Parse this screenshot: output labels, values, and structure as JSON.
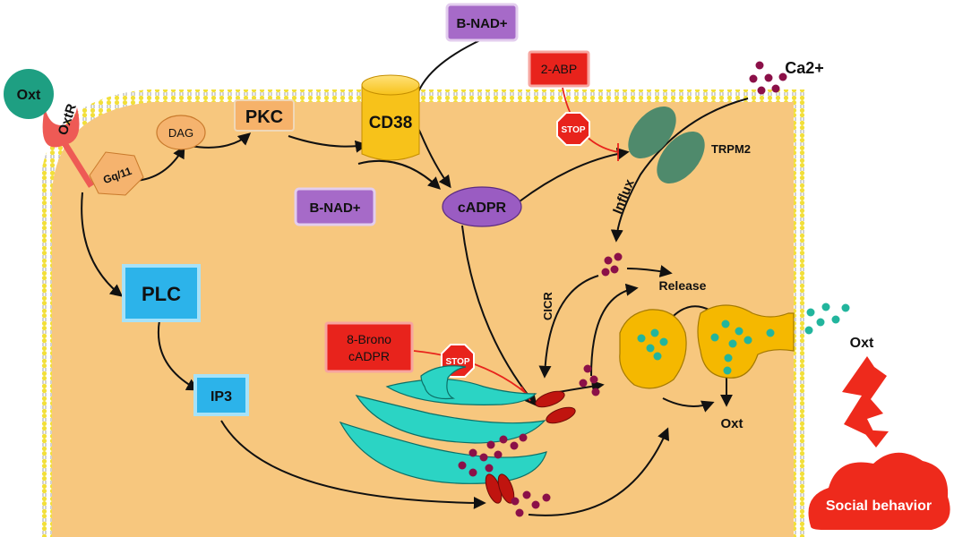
{
  "labels": {
    "oxt_ligand": "Oxt",
    "oxtr": "OxtR",
    "gq11": "Gq/11",
    "dag": "DAG",
    "pkc": "PKC",
    "cd38": "CD38",
    "bnad_top": "B-NAD+",
    "bnad_inner": "B-NAD+",
    "cadpr": "cADPR",
    "abp_inhibitor": "2-ABP",
    "stop_top": "STOP",
    "stop_mid": "STOP",
    "ca_ext": "Ca2+",
    "trpm2": "TRPM2",
    "influx": "Influx",
    "plc": "PLC",
    "ip3": "IP3",
    "brono_line1": "8-Brono",
    "brono_line2": "cADPR",
    "cicr": "CICR",
    "release": "Release",
    "oxt_secreted": "Oxt",
    "oxt_outside": "Oxt",
    "social_behavior": "Social behavior"
  },
  "colors": {
    "cytoplasm": "#f7c77e",
    "membrane_head": "#f2df3a",
    "oxt_ligand": "#1e9f82",
    "oxtr": "#ee5a55",
    "gq_dag_pkc": "#f5b36e",
    "cd38": "#f7c21a",
    "bnad": "#a66ac8",
    "trpm2": "#4f8a6c",
    "plc_ip3": "#2cb3ea",
    "inhibitor": "#e8231c",
    "er": "#2bd4c4",
    "calcium": "#8b1048",
    "vesicle": "#f5b800",
    "oxt_granule": "#22b59d",
    "social": "#ee2a1c"
  }
}
